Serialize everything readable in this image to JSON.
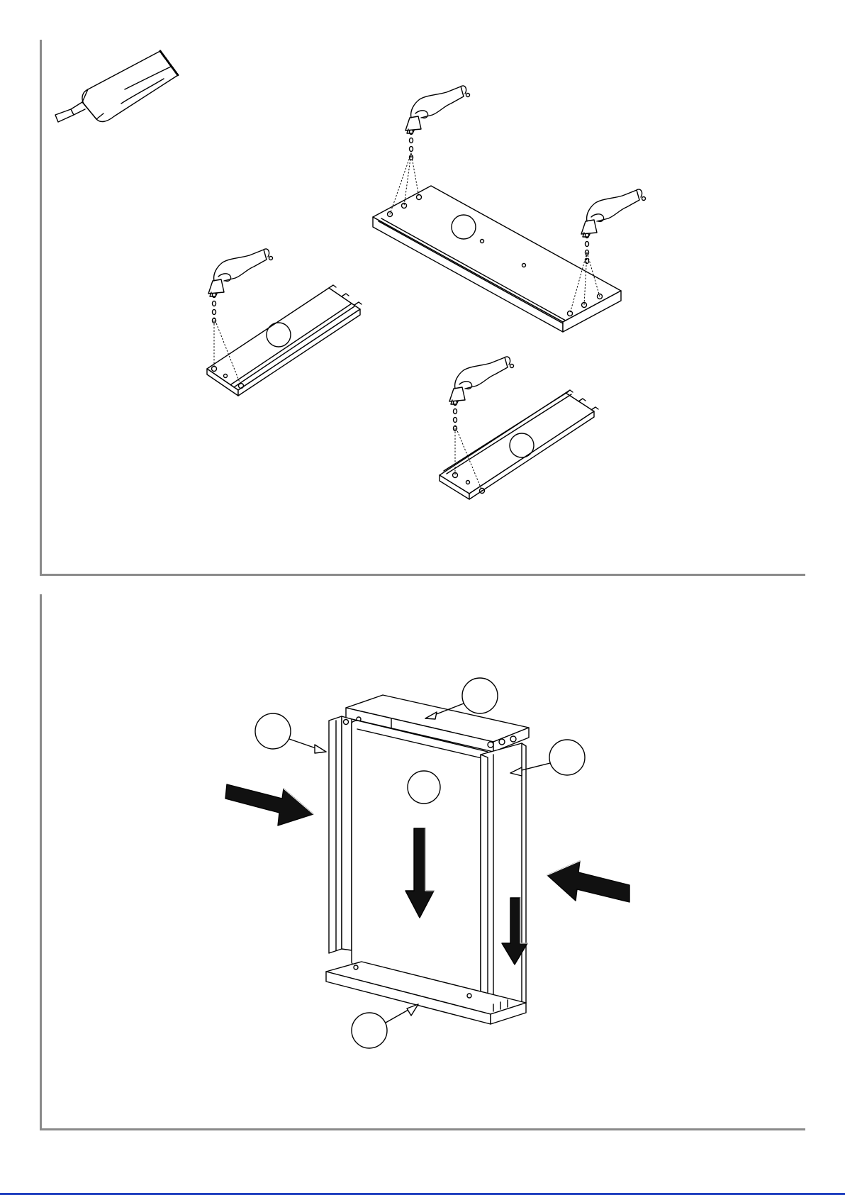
{
  "step_1": {
    "description_items": [
      "glue-tube",
      "top-panel",
      "left-shelf",
      "right-shelf",
      "bottom-shelf"
    ]
  },
  "step_2": {
    "description_items": [
      "back-panel",
      "top-board",
      "bottom-board",
      "left-side",
      "right-side",
      "push-arrow-left",
      "push-arrow-right",
      "slide-arrow-center",
      "slide-arrow-right"
    ]
  },
  "colors": {
    "frame": "#8a8a8a",
    "line": "#000000",
    "arrow_fill": "#111111",
    "bottom_rule": "#1f3fbf"
  }
}
